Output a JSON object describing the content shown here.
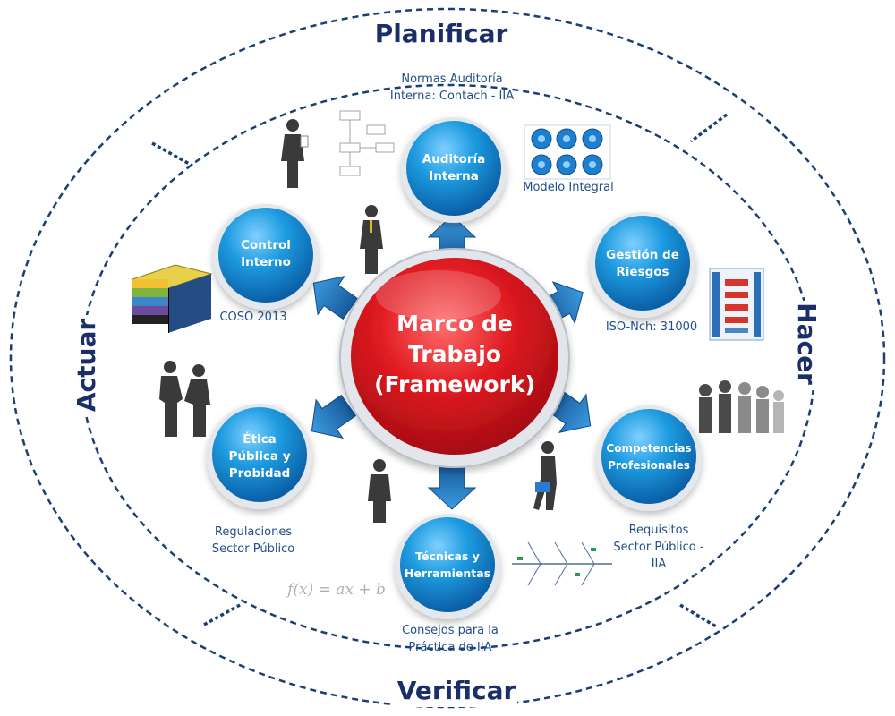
{
  "phases": {
    "top": "Planificar",
    "right": "Hacer",
    "bottom": "Verificar",
    "left": "Actuar"
  },
  "center": {
    "lines": [
      "Marco de",
      "Trabajo",
      "(Framework)"
    ]
  },
  "nodes": [
    {
      "key": "auditoria",
      "lines": [
        "Auditoría",
        "Interna"
      ]
    },
    {
      "key": "riesgos",
      "lines": [
        "Gestión de",
        "Riesgos"
      ]
    },
    {
      "key": "competencias",
      "lines": [
        "Competencias",
        "Profesionales"
      ]
    },
    {
      "key": "tecnicas",
      "lines": [
        "Técnicas  y",
        "Herramientas"
      ]
    },
    {
      "key": "etica",
      "lines": [
        "Ética",
        "Pública y",
        "Probidad"
      ]
    },
    {
      "key": "control",
      "lines": [
        "Control",
        "Interno"
      ]
    }
  ],
  "captions": [
    {
      "key": "normas",
      "lines": [
        "Normas Auditoría",
        "Interna: Contach - IIA"
      ]
    },
    {
      "key": "modelo",
      "lines": [
        "Modelo Integral"
      ]
    },
    {
      "key": "iso",
      "lines": [
        "ISO-Nch: 31000"
      ]
    },
    {
      "key": "requisitos",
      "lines": [
        "Requisitos",
        "Sector Público -",
        "IIA"
      ]
    },
    {
      "key": "consejos",
      "lines": [
        "Consejos para la",
        "Práctica de IIA"
      ]
    },
    {
      "key": "regulaciones",
      "lines": [
        "Regulaciones",
        "Sector Público"
      ]
    },
    {
      "key": "coso",
      "lines": [
        "COSO 2013"
      ]
    }
  ],
  "formula": "f(x) = ax + b",
  "colors": {
    "ring": "#1a3f75",
    "phase_text": "#1a2f6a",
    "center_red": "#d4141c",
    "node_blue": "#1b8fd6",
    "arrow_blue": "#2574b8",
    "caption": "#1f4e8a"
  }
}
